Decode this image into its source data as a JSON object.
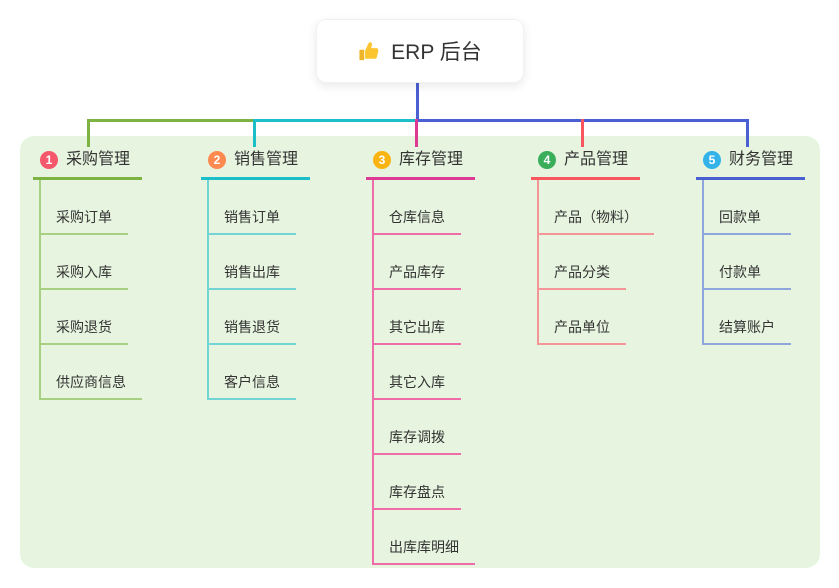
{
  "root": {
    "label": "ERP 后台",
    "icon": "thumbs-up-icon",
    "connector_color": "#4a5fd1"
  },
  "panel": {
    "background": "#e7f5e0"
  },
  "branches": [
    {
      "badge": "1",
      "label": "采购管理",
      "colors": {
        "badge": "#f5576b",
        "main": "#7cb342",
        "light": "#a8d083"
      },
      "children": [
        "采购订单",
        "采购入库",
        "采购退货",
        "供应商信息"
      ]
    },
    {
      "badge": "2",
      "label": "销售管理",
      "colors": {
        "badge": "#ff8a50",
        "main": "#1cbec8",
        "light": "#72d4d4"
      },
      "children": [
        "销售订单",
        "销售出库",
        "销售退货",
        "客户信息"
      ]
    },
    {
      "badge": "3",
      "label": "库存管理",
      "colors": {
        "badge": "#f9b412",
        "main": "#dd3a94",
        "light": "#ee6da8"
      },
      "children": [
        "仓库信息",
        "产品库存",
        "其它出库",
        "其它入库",
        "库存调拨",
        "库存盘点",
        "出库库明细"
      ]
    },
    {
      "badge": "4",
      "label": "产品管理",
      "colors": {
        "badge": "#3bae5c",
        "main": "#f7565e",
        "light": "#f59597"
      },
      "children": [
        "产品（物料）",
        "产品分类",
        "产品单位"
      ]
    },
    {
      "badge": "5",
      "label": "财务管理",
      "colors": {
        "badge": "#34b3ea",
        "main": "#4a5fd1",
        "light": "#8ea6dc"
      },
      "children": [
        "回款单",
        "付款单",
        "结算账户"
      ]
    }
  ]
}
